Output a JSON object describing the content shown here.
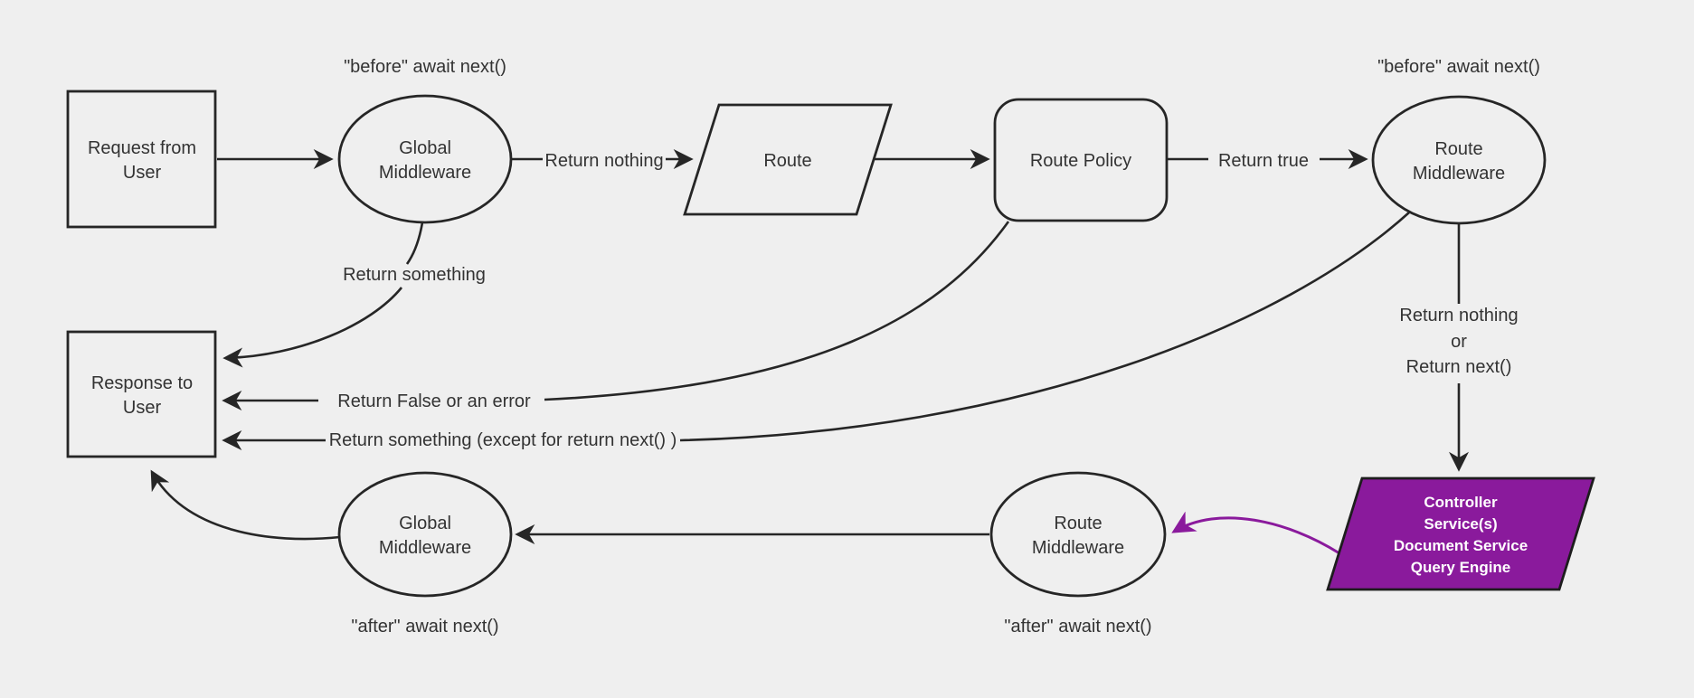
{
  "colors": {
    "background": "#efefef",
    "stroke": "#262626",
    "text": "#333333",
    "purple_fill": "#8a1a9c",
    "purple_stroke": "#1d1d1d",
    "purple_text": "#ffffff"
  },
  "diagram": {
    "nodes": {
      "request": {
        "lines": [
          "Request from",
          "User"
        ]
      },
      "global_middleware_top": {
        "lines": [
          "Global",
          "Middleware"
        ]
      },
      "route": {
        "label": "Route"
      },
      "route_policy": {
        "label": "Route Policy"
      },
      "route_middleware_top": {
        "lines": [
          "Route",
          "Middleware"
        ]
      },
      "controller_services": {
        "lines": [
          "Controller",
          "Service(s)",
          "Document Service",
          "Query Engine"
        ]
      },
      "route_middleware_bottom": {
        "lines": [
          "Route",
          "Middleware"
        ]
      },
      "global_middleware_bottom": {
        "lines": [
          "Global",
          "Middleware"
        ]
      },
      "response": {
        "lines": [
          "Response to",
          "User"
        ]
      }
    },
    "annotations": {
      "before_global": "\"before\" await next()",
      "before_route": "\"before\" await next()",
      "after_route": "\"after\" await next()",
      "after_global": "\"after\" await next()"
    },
    "edge_labels": {
      "return_nothing": "Return nothing",
      "return_true": "Return true",
      "return_something": "Return something",
      "return_false": "Return False or an error",
      "return_something_except": "Return something (except for return next() )",
      "return_nothing_or_next": [
        "Return nothing",
        "or",
        "Return next()"
      ]
    }
  }
}
